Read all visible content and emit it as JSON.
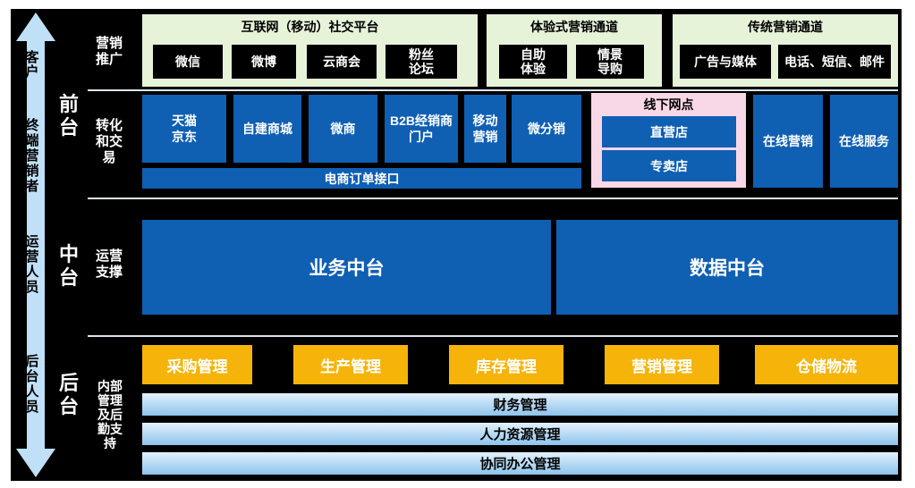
{
  "side": {
    "top_label": "客户",
    "front_audience": "终端营销者",
    "mid_audience": "运营人员",
    "back_audience": "后台人员"
  },
  "sections": {
    "front": "前台",
    "middle": "中台",
    "back": "后台"
  },
  "row_labels": {
    "marketing": "营销推广",
    "conversion": "转化和交易",
    "operations": "运营支撑",
    "internal": "内部管理及后勤支持"
  },
  "marketing": {
    "internet": {
      "title": "互联网（移动）社交平台",
      "items": [
        "微信",
        "微博",
        "云商会",
        "粉丝论坛"
      ]
    },
    "experience": {
      "title": "体验式营销通道",
      "items": [
        "自助体验",
        "情景导购"
      ]
    },
    "traditional": {
      "title": "传统营销通道",
      "items": [
        "广告与媒体",
        "电话、短信、邮件"
      ]
    }
  },
  "conversion": {
    "channels": [
      "天猫京东",
      "自建商城",
      "微商",
      "B2B经销商门户",
      "移动营销",
      "微分销"
    ],
    "order_interface": "电商订单接口",
    "offline": {
      "title": "线下网点",
      "items": [
        "直营店",
        "专卖店"
      ]
    },
    "online_marketing": "在线营销",
    "online_service": "在线服务"
  },
  "middle": {
    "business": "业务中台",
    "data": "数据中台"
  },
  "back": {
    "modules": [
      "采购管理",
      "生产管理",
      "库存管理",
      "营销管理",
      "仓储物流"
    ],
    "bars": [
      "财务管理",
      "人力资源管理",
      "协同办公管理"
    ]
  },
  "colors": {
    "board": "#000000",
    "blue": "#0f5fb3",
    "green_panel": "#e6f3d9",
    "pink_panel": "#f8d7e6",
    "orange": "#f6b40a",
    "arrow": "#bfe0f7"
  }
}
